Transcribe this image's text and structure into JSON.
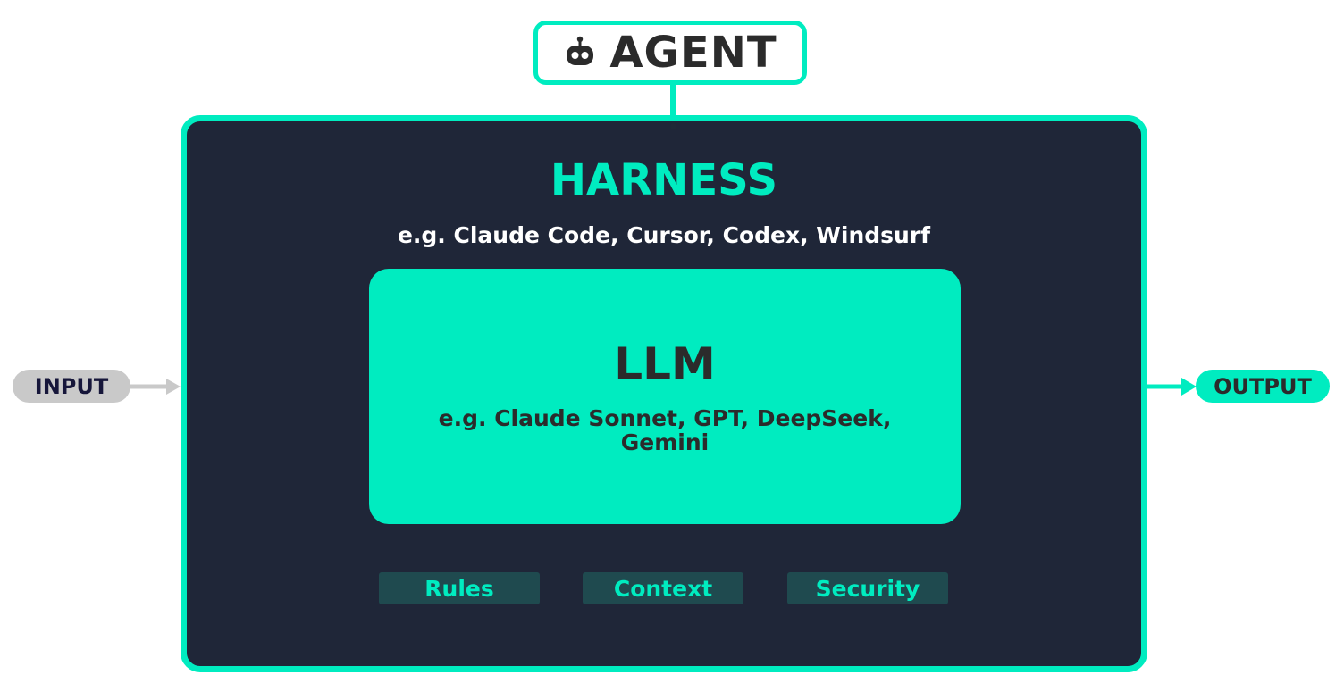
{
  "agent": {
    "label": "AGENT",
    "icon": "robot-icon"
  },
  "harness": {
    "title": "HARNESS",
    "subtitle": "e.g. Claude Code, Cursor, Codex, Windsurf"
  },
  "llm": {
    "title": "LLM",
    "subtitle": "e.g. Claude Sonnet, GPT, DeepSeek, Gemini"
  },
  "components": [
    {
      "label": "Rules"
    },
    {
      "label": "Context"
    },
    {
      "label": "Security"
    }
  ],
  "io": {
    "input_label": "INPUT",
    "output_label": "OUTPUT"
  },
  "colors": {
    "accent": "#00ecc0",
    "harness_bg": "#1f2638",
    "input_gray": "#c9c9c9",
    "component_bg": "#1f4a4f"
  }
}
